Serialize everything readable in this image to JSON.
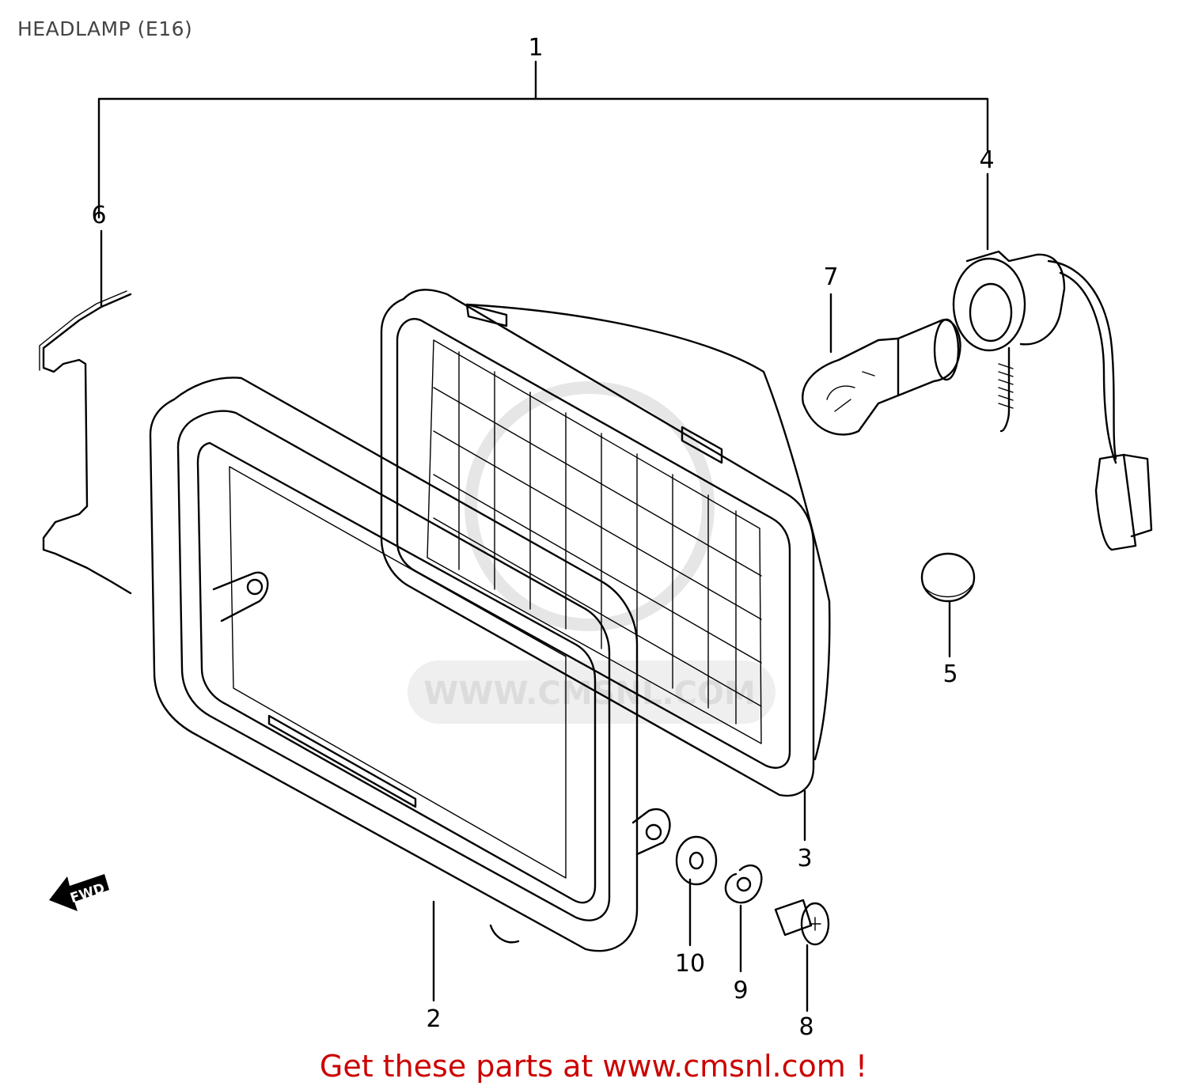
{
  "title": "HEADLAMP (E16)",
  "callouts": {
    "p1": "1",
    "p2": "2",
    "p3": "3",
    "p4": "4",
    "p5": "5",
    "p6": "6",
    "p7": "7",
    "p8": "8",
    "p9": "9",
    "p10": "10"
  },
  "arrow_label": "FWD",
  "watermark": "WWW.CMSNL.COM",
  "footer": "Get these parts at www.cmsnl.com !",
  "colors": {
    "footer": "#cc0000",
    "line": "#000000",
    "watermark": "#dcdcdc"
  }
}
